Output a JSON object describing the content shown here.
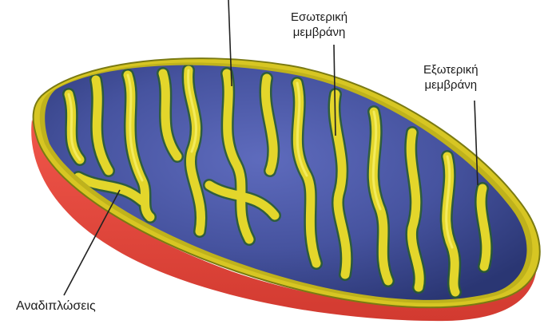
{
  "figure": {
    "labels": {
      "inner_membrane": [
        "Εσωτερική",
        "μεμβράνη"
      ],
      "outer_membrane": [
        "Εξωτερική",
        "μεμβράνη"
      ],
      "folds": "Αναδιπλώσεις"
    },
    "colors": {
      "outer_shell": "#e8463a",
      "outer_shell_dark": "#c12a22",
      "membrane": "#d9c51c",
      "membrane_light": "#f2ea3a",
      "matrix": "#4a57a6",
      "matrix_dark": "#27346e",
      "fold_shadow": "#2e6b33"
    },
    "icons": [
      "mitochondrion-illustration"
    ]
  }
}
